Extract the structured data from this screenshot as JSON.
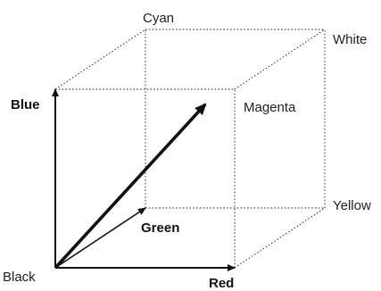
{
  "labels": {
    "black": "Black",
    "red": "Red",
    "green": "Green",
    "blue": "Blue",
    "cyan": "Cyan",
    "white": "White",
    "magenta": "Magenta",
    "yellow": "Yellow"
  },
  "colors": {
    "line": "#111111",
    "text": "#222222",
    "background": "#ffffff"
  }
}
